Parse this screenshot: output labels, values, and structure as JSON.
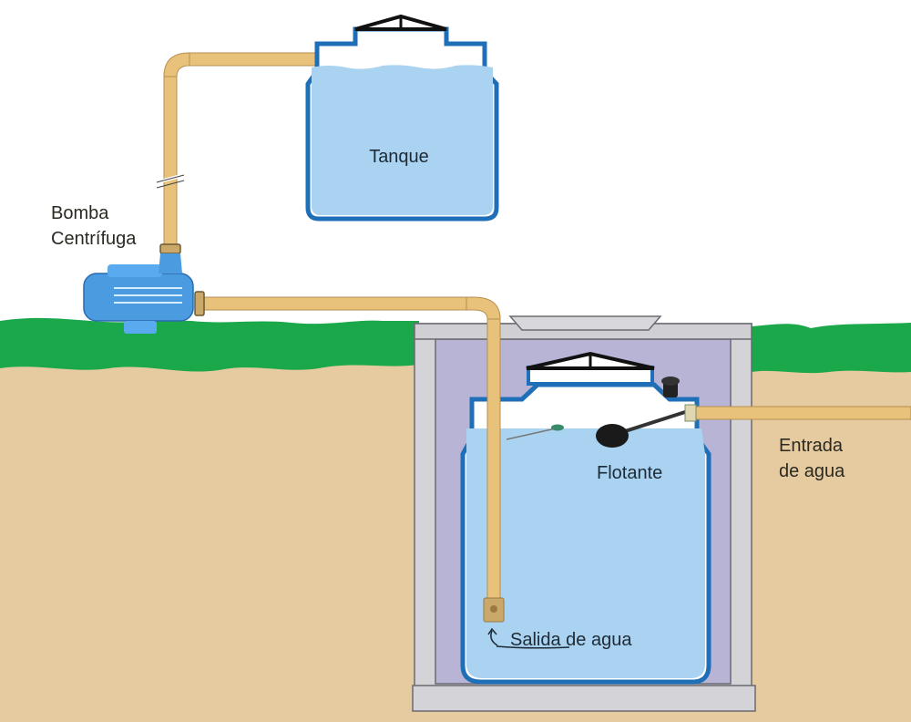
{
  "diagram": {
    "title": "Sistema de bombeo de cisterna a tanque elevado",
    "labels": {
      "tank": "Tanque",
      "pump_line1": "Bomba",
      "pump_line2": "Centrífuga",
      "float": "Flotante",
      "inlet_line1": "Entrada",
      "inlet_line2": "de agua",
      "outlet": "Salida de agua"
    },
    "colors": {
      "sky": "#ffffff",
      "grass": "#1aa84a",
      "soil": "#e6caa0",
      "water": "#a9d3f0",
      "tank_outline": "#1f6fb8",
      "pipe": "#e8c17a",
      "pipe_dark": "#b89050",
      "concrete": "#d4d4d8",
      "cistern_inner": "#b8b4d6",
      "pump": "#4a9be0",
      "float": "#222222"
    }
  }
}
